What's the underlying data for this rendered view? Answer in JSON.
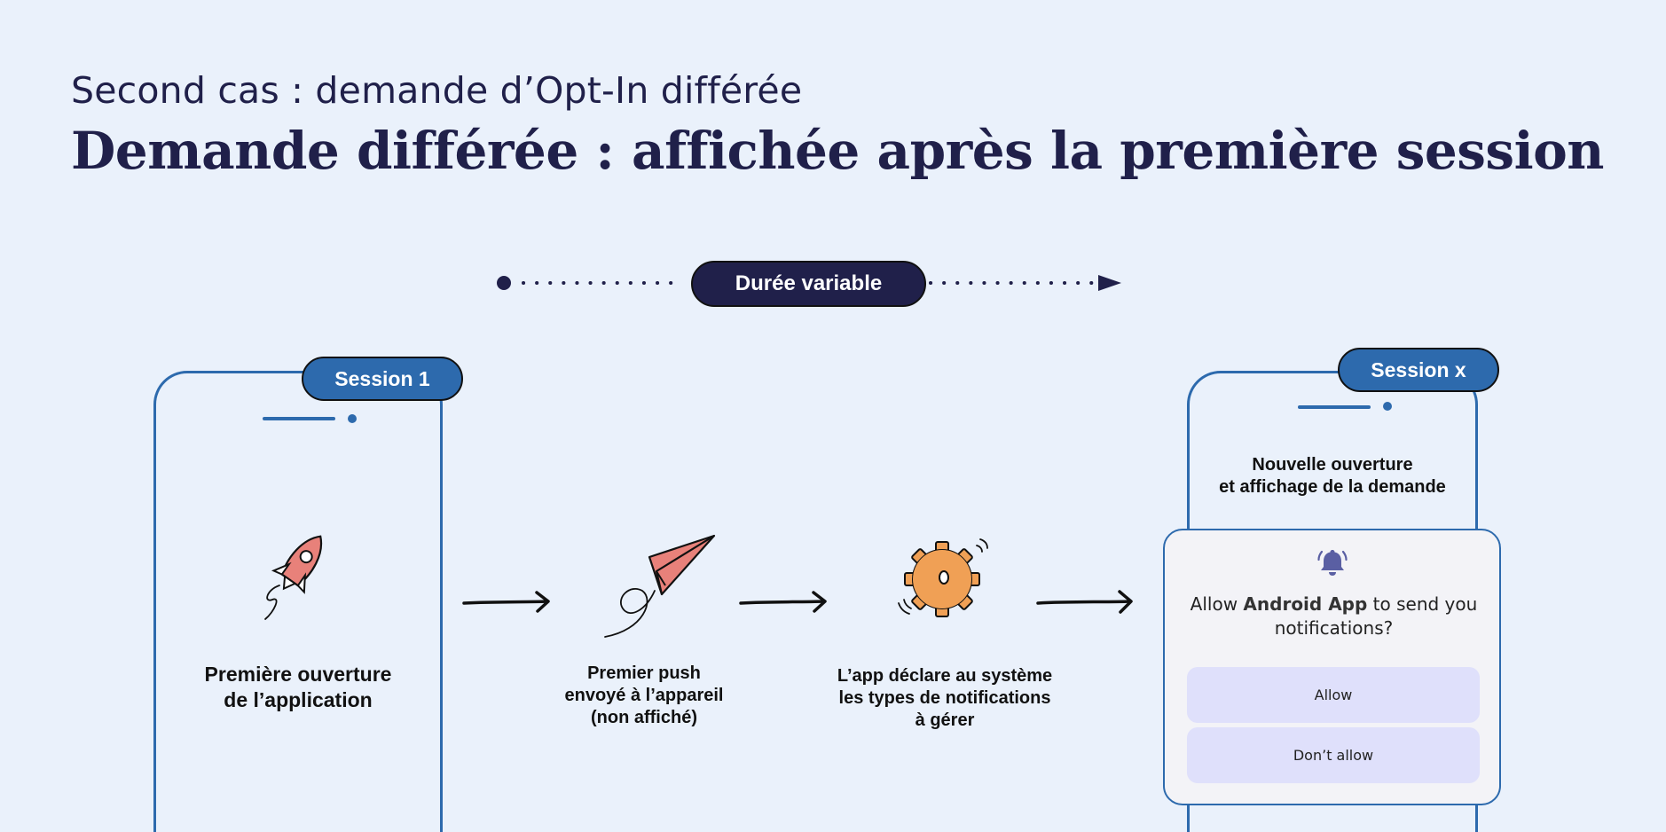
{
  "header": {
    "subtitle": "Second cas : demande d’Opt-In différée",
    "title": "Demande différée : affichée après la première session"
  },
  "timeline": {
    "duration_label": "Durée variable"
  },
  "sessions": {
    "first_label": "Session 1",
    "last_label": "Session x"
  },
  "steps": {
    "step1": {
      "line1": "Première ouverture",
      "line2": "de l’application",
      "icon": "rocket-icon"
    },
    "step2": {
      "line1": "Premier push",
      "line2": "envoyé à l’appareil",
      "line3": "(non affiché)",
      "icon": "paper-plane-icon"
    },
    "step3": {
      "line1": "L’app déclare au système",
      "line2": "les types de notifications",
      "line3": "à gérer",
      "icon": "gear-icon"
    },
    "step4": {
      "line1": "Nouvelle ouverture",
      "line2": "et affichage de la demande"
    }
  },
  "dialog": {
    "icon": "bell-icon",
    "text_before": "Allow ",
    "app_name": "Android App",
    "text_after": " to send you notifications?",
    "allow_label": "Allow",
    "deny_label": "Don’t allow"
  },
  "colors": {
    "background": "#eaf1fb",
    "navy": "#20204a",
    "blue": "#2d6aad",
    "coral": "#e8817a",
    "orange": "#f0a055",
    "button": "#dfe0fb"
  }
}
